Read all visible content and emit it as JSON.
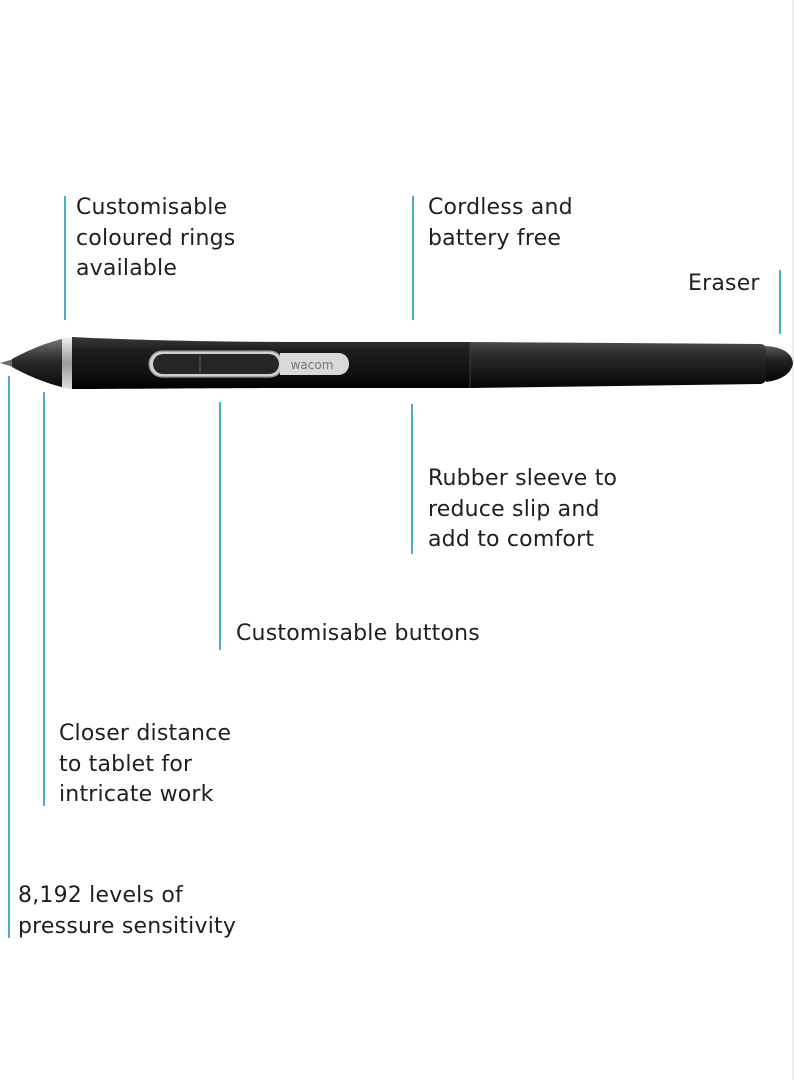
{
  "colors": {
    "leader_line": "#4aaec6",
    "text": "#1f1f1f",
    "pen_body": "#161616",
    "pen_chrome": "#c9c9c9"
  },
  "pen": {
    "brand": "wacom"
  },
  "callouts": {
    "rings": [
      "Customisable",
      "coloured rings",
      "available"
    ],
    "cordless": [
      "Cordless and",
      "battery free"
    ],
    "eraser": [
      "Eraser"
    ],
    "rubber_sleeve": [
      "Rubber sleeve to",
      "reduce slip and",
      "add to comfort"
    ],
    "buttons": [
      "Customisable buttons"
    ],
    "closer_distance": [
      "Closer distance",
      "to tablet for",
      "intricate work"
    ],
    "pressure": [
      "8,192 levels of",
      "pressure sensitivity"
    ]
  }
}
